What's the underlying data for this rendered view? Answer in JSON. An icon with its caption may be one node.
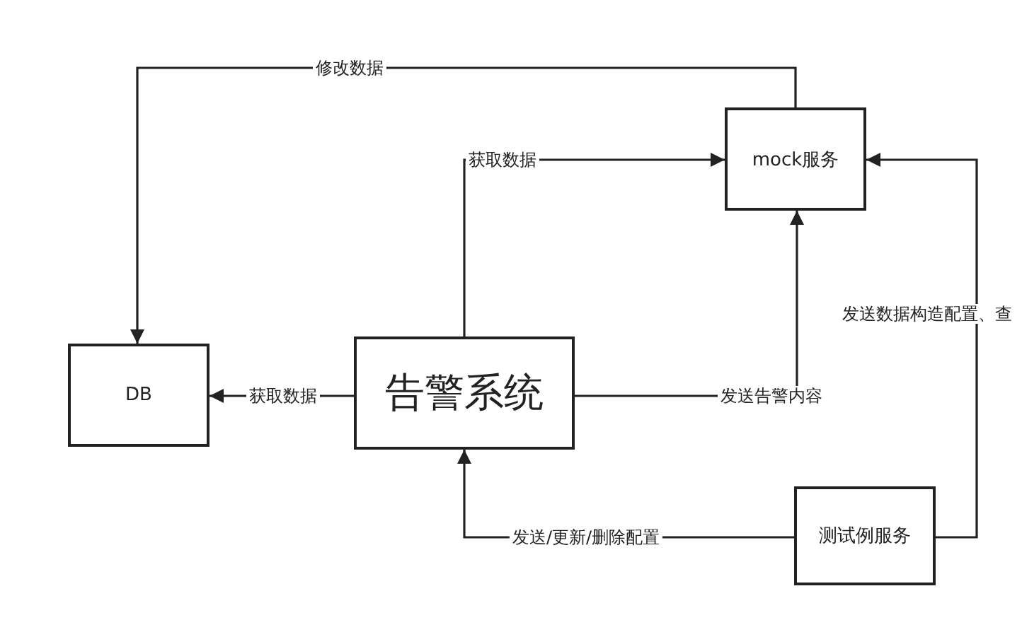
{
  "diagram": {
    "nodes": [
      {
        "text": [
          "DB"
        ]
      },
      {
        "text": [
          "告警系统"
        ]
      },
      {
        "text": [
          "mock服务"
        ]
      },
      {
        "text": [
          "测试例服务"
        ]
      }
    ],
    "edges": [
      {
        "from": 2,
        "to": 0,
        "arrow": "to",
        "label": "修改数据"
      },
      {
        "from": 1,
        "to": 2,
        "arrow": "to",
        "label": "获取数据"
      },
      {
        "from": 1,
        "to": 0,
        "arrow": "to",
        "label": "获取数据"
      },
      {
        "from": 1,
        "to": 2,
        "arrow": "to",
        "label": "发送告警内容"
      },
      {
        "from": 3,
        "to": 1,
        "arrow": "to",
        "label": "发送/更新/删除配置"
      },
      {
        "from": 3,
        "to": 2,
        "arrow": "to",
        "label": "发送数据构造配置、查"
      }
    ]
  }
}
